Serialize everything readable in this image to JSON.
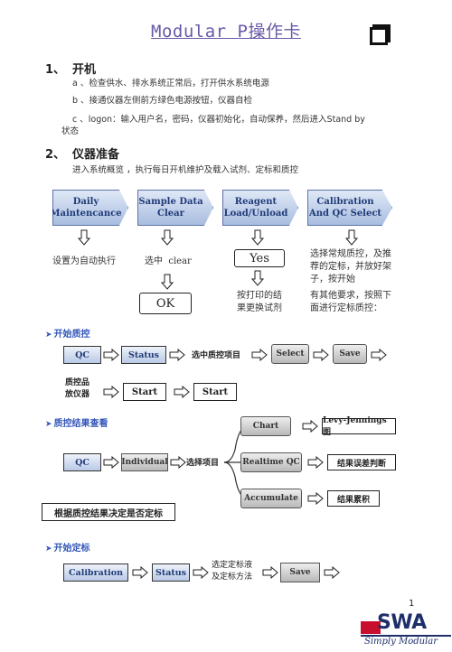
{
  "title": "Modular P操作卡",
  "section1": {
    "num": "1、",
    "title": "开机",
    "lines": [
      "a 、检查供水、排水系统正常后，打开供水系统电源",
      "b 、接通仪器左侧前方绿色电源按钮，仪器自检",
      "c 、logon：输入用户名，密码，仪器初始化，自动保养，然后进入Stand by",
      "状态"
    ]
  },
  "section2": {
    "num": "2、",
    "title": "仪器准备",
    "intro": "进入系统概览 ，执行每日开机维护及载入试剂、定标和质控"
  },
  "steps": [
    {
      "label1": "Daily",
      "label2": "Maintencance"
    },
    {
      "label1": "Sample Data",
      "label2": "Clear"
    },
    {
      "label1": "Reagent",
      "label2": "Load/Unload"
    },
    {
      "label1": "Calibration",
      "label2": "And QC  Select"
    }
  ],
  "step_notes": {
    "daily": "设置为自动执行",
    "clear_prefix": "选中",
    "clear_word": "clear",
    "yes": "Yes",
    "ok": "OK",
    "reagent_note_1": "按打印的结",
    "reagent_note_2": "果更换试剂",
    "calib_note_1": "选择常规质控，及推",
    "calib_note_2": "荐的定标，并放好架",
    "calib_note_3": "子，按开始",
    "calib_note_4": "有其他要求，按照下",
    "calib_note_5": "面进行定标质控："
  },
  "qc_start": {
    "heading": "开始质控",
    "qc": "QC",
    "status": "Status",
    "select_item": "选中质控项目",
    "select": "Select",
    "save": "Save",
    "place_1": "质控品",
    "place_2": "放仪器",
    "start_1": "Start",
    "start_2": "Start"
  },
  "qc_result": {
    "heading": "质控结果查看",
    "qc": "QC",
    "individual": "Individual",
    "select_item": "选择项目",
    "chart": "Chart",
    "realtime": "Realtime QC",
    "accumulate": "Accumulate",
    "levy": "Levy-Jennings 图",
    "error": "结果误差判断",
    "cumulative": "结果累积",
    "decide": "根据质控结果决定是否定标"
  },
  "calib_start": {
    "heading": "开始定标",
    "calibration": "Calibration",
    "status": "Status",
    "note_1": "选定定标液",
    "note_2": "及定标方法",
    "save": "Save"
  },
  "footer": {
    "page": "1",
    "logo": "SWA",
    "slogan": "Simply Modular"
  }
}
